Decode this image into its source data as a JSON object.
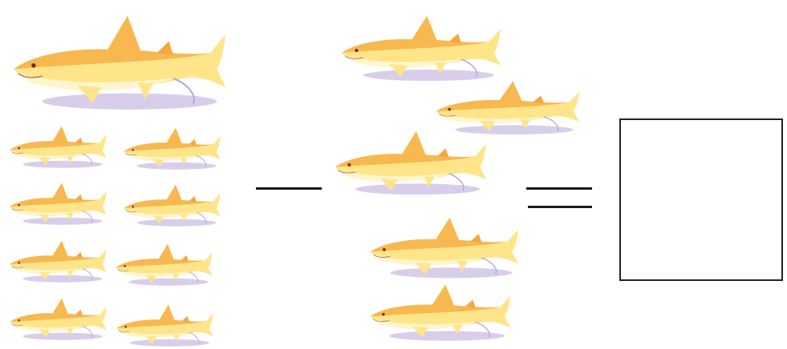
{
  "icon": "shark-icon",
  "colors": {
    "body": "#ffe58a",
    "back": "#f4a83c",
    "belly": "#fff6cf",
    "shadow": "#b9a6d8",
    "eye": "#7a2a1a",
    "line": "#1a1a1a",
    "box_border": "#222222"
  },
  "groups": {
    "minuend": {
      "count": 9
    },
    "subtrahend": {
      "count": 5
    }
  },
  "operator_minus": "minus",
  "operator_equals": "equals",
  "answer": ""
}
